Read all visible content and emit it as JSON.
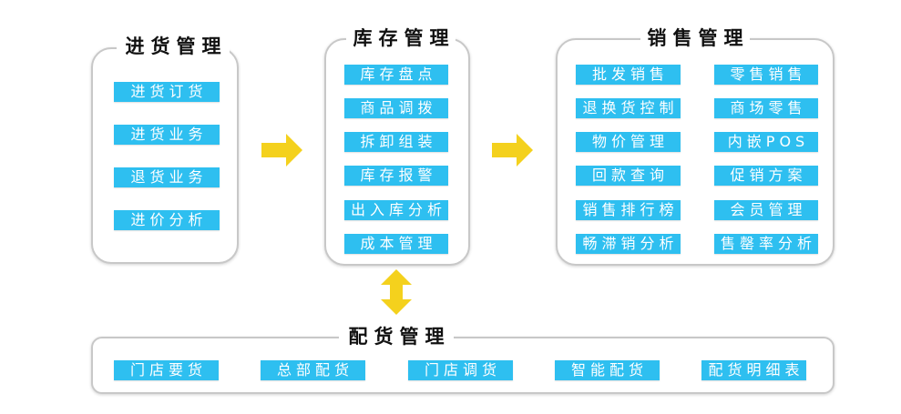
{
  "diagram": {
    "purchasing": {
      "title": "进货管理",
      "items": [
        "进货订货",
        "进货业务",
        "退货业务",
        "进价分析"
      ]
    },
    "inventory": {
      "title": "库存管理",
      "items": [
        "库存盘点",
        "商品调拨",
        "拆卸组装",
        "库存报警",
        "出入库分析",
        "成本管理"
      ]
    },
    "sales": {
      "title": "销售管理",
      "left_items": [
        "批发销售",
        "退换货控制",
        "物价管理",
        "回款查询",
        "销售排行榜",
        "畅滞销分析"
      ],
      "right_items": [
        "零售销售",
        "商场零售",
        "内嵌POS",
        "促销方案",
        "会员管理",
        "售罄率分析"
      ]
    },
    "distribution": {
      "title": "配货管理",
      "items": [
        "门店要货",
        "总部配货",
        "门店调货",
        "智能配货",
        "配货明细表"
      ]
    }
  },
  "icons": {
    "flow_arrow_1": "right-arrow-icon",
    "flow_arrow_2": "right-arrow-icon",
    "sync_arrow": "up-down-arrow-icon"
  },
  "colors": {
    "module_fill": "#2ebff0",
    "module_text": "#ffffff",
    "arrow": "#f4d11d",
    "frame_border": "#c8c8c8",
    "title_text": "#111111"
  }
}
